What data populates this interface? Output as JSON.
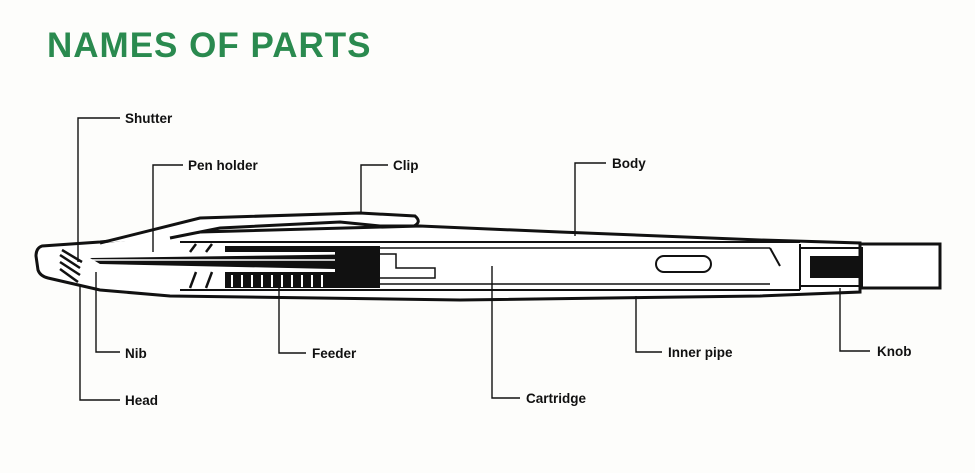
{
  "title": "NAMES OF PARTS",
  "colors": {
    "title": "#2a8a4f",
    "ink": "#111111"
  },
  "parts": {
    "shutter": "Shutter",
    "pen_holder": "Pen holder",
    "clip": "Clip",
    "body": "Body",
    "nib": "Nib",
    "head": "Head",
    "feeder": "Feeder",
    "cartridge": "Cartridge",
    "inner_pipe": "Inner pipe",
    "knob": "Knob"
  }
}
